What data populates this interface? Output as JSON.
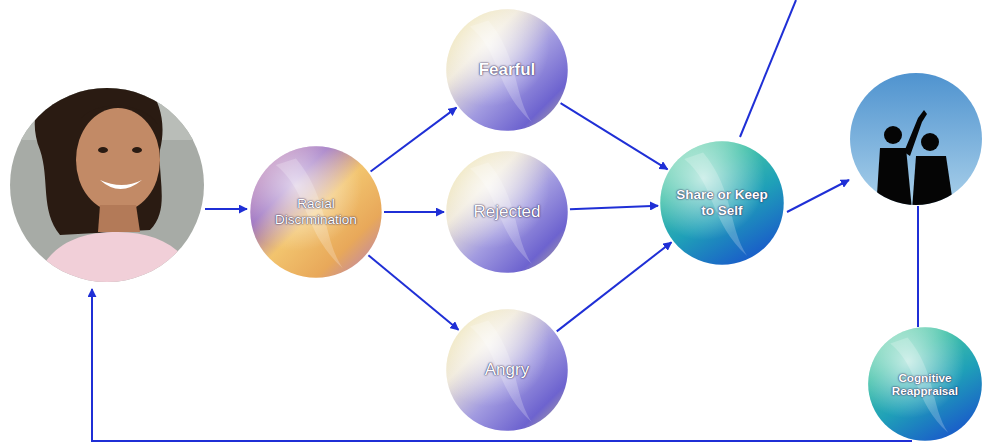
{
  "diagram": {
    "nodes": [
      {
        "text": [
          "Racial Discrmination"
        ]
      },
      {
        "text": [
          "Fearful"
        ]
      },
      {
        "text": [
          "Rejected"
        ]
      },
      {
        "text": [
          "Angry"
        ]
      },
      {
        "text": [
          "Share or Keep to Self"
        ]
      },
      {
        "text": [
          "Cognitive Reappraisal"
        ]
      }
    ],
    "edges": [
      {
        "from": 0,
        "to": 1,
        "arrow": "to"
      },
      {
        "from": 0,
        "to": 2,
        "arrow": "to"
      },
      {
        "from": 0,
        "to": 3,
        "arrow": "to"
      },
      {
        "from": 1,
        "to": 4,
        "arrow": "to"
      },
      {
        "from": 2,
        "to": 4,
        "arrow": "to"
      },
      {
        "from": 3,
        "to": 4,
        "arrow": "to"
      }
    ]
  }
}
